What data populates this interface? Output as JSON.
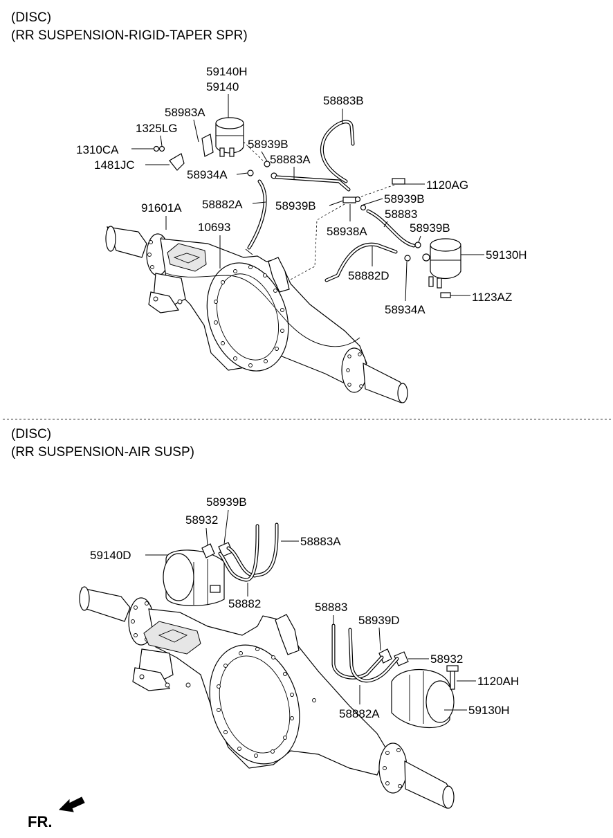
{
  "sections": [
    {
      "title_line1": "(DISC)",
      "title_line2": "(RR SUSPENSION-RIGID-TAPER SPR)"
    },
    {
      "title_line1": "(DISC)",
      "title_line2": "(RR SUSPENSION-AIR SUSP)"
    }
  ],
  "labels_top": [
    "59140H",
    "59140",
    "58883B",
    "58983A",
    "1325LG",
    "1310CA",
    "1481JC",
    "58939B",
    "58883A",
    "58934A",
    "1120AG",
    "58939B",
    "58882A",
    "58939B",
    "58883",
    "91601A",
    "10693",
    "58938A",
    "58939B",
    "59130H",
    "58882D",
    "1123AZ",
    "58934A"
  ],
  "labels_bottom": [
    "58939B",
    "58932",
    "58883A",
    "59140D",
    "58882",
    "58883",
    "58939D",
    "58932",
    "1120AH",
    "59130H",
    "58882A"
  ],
  "direction_label": "FR."
}
